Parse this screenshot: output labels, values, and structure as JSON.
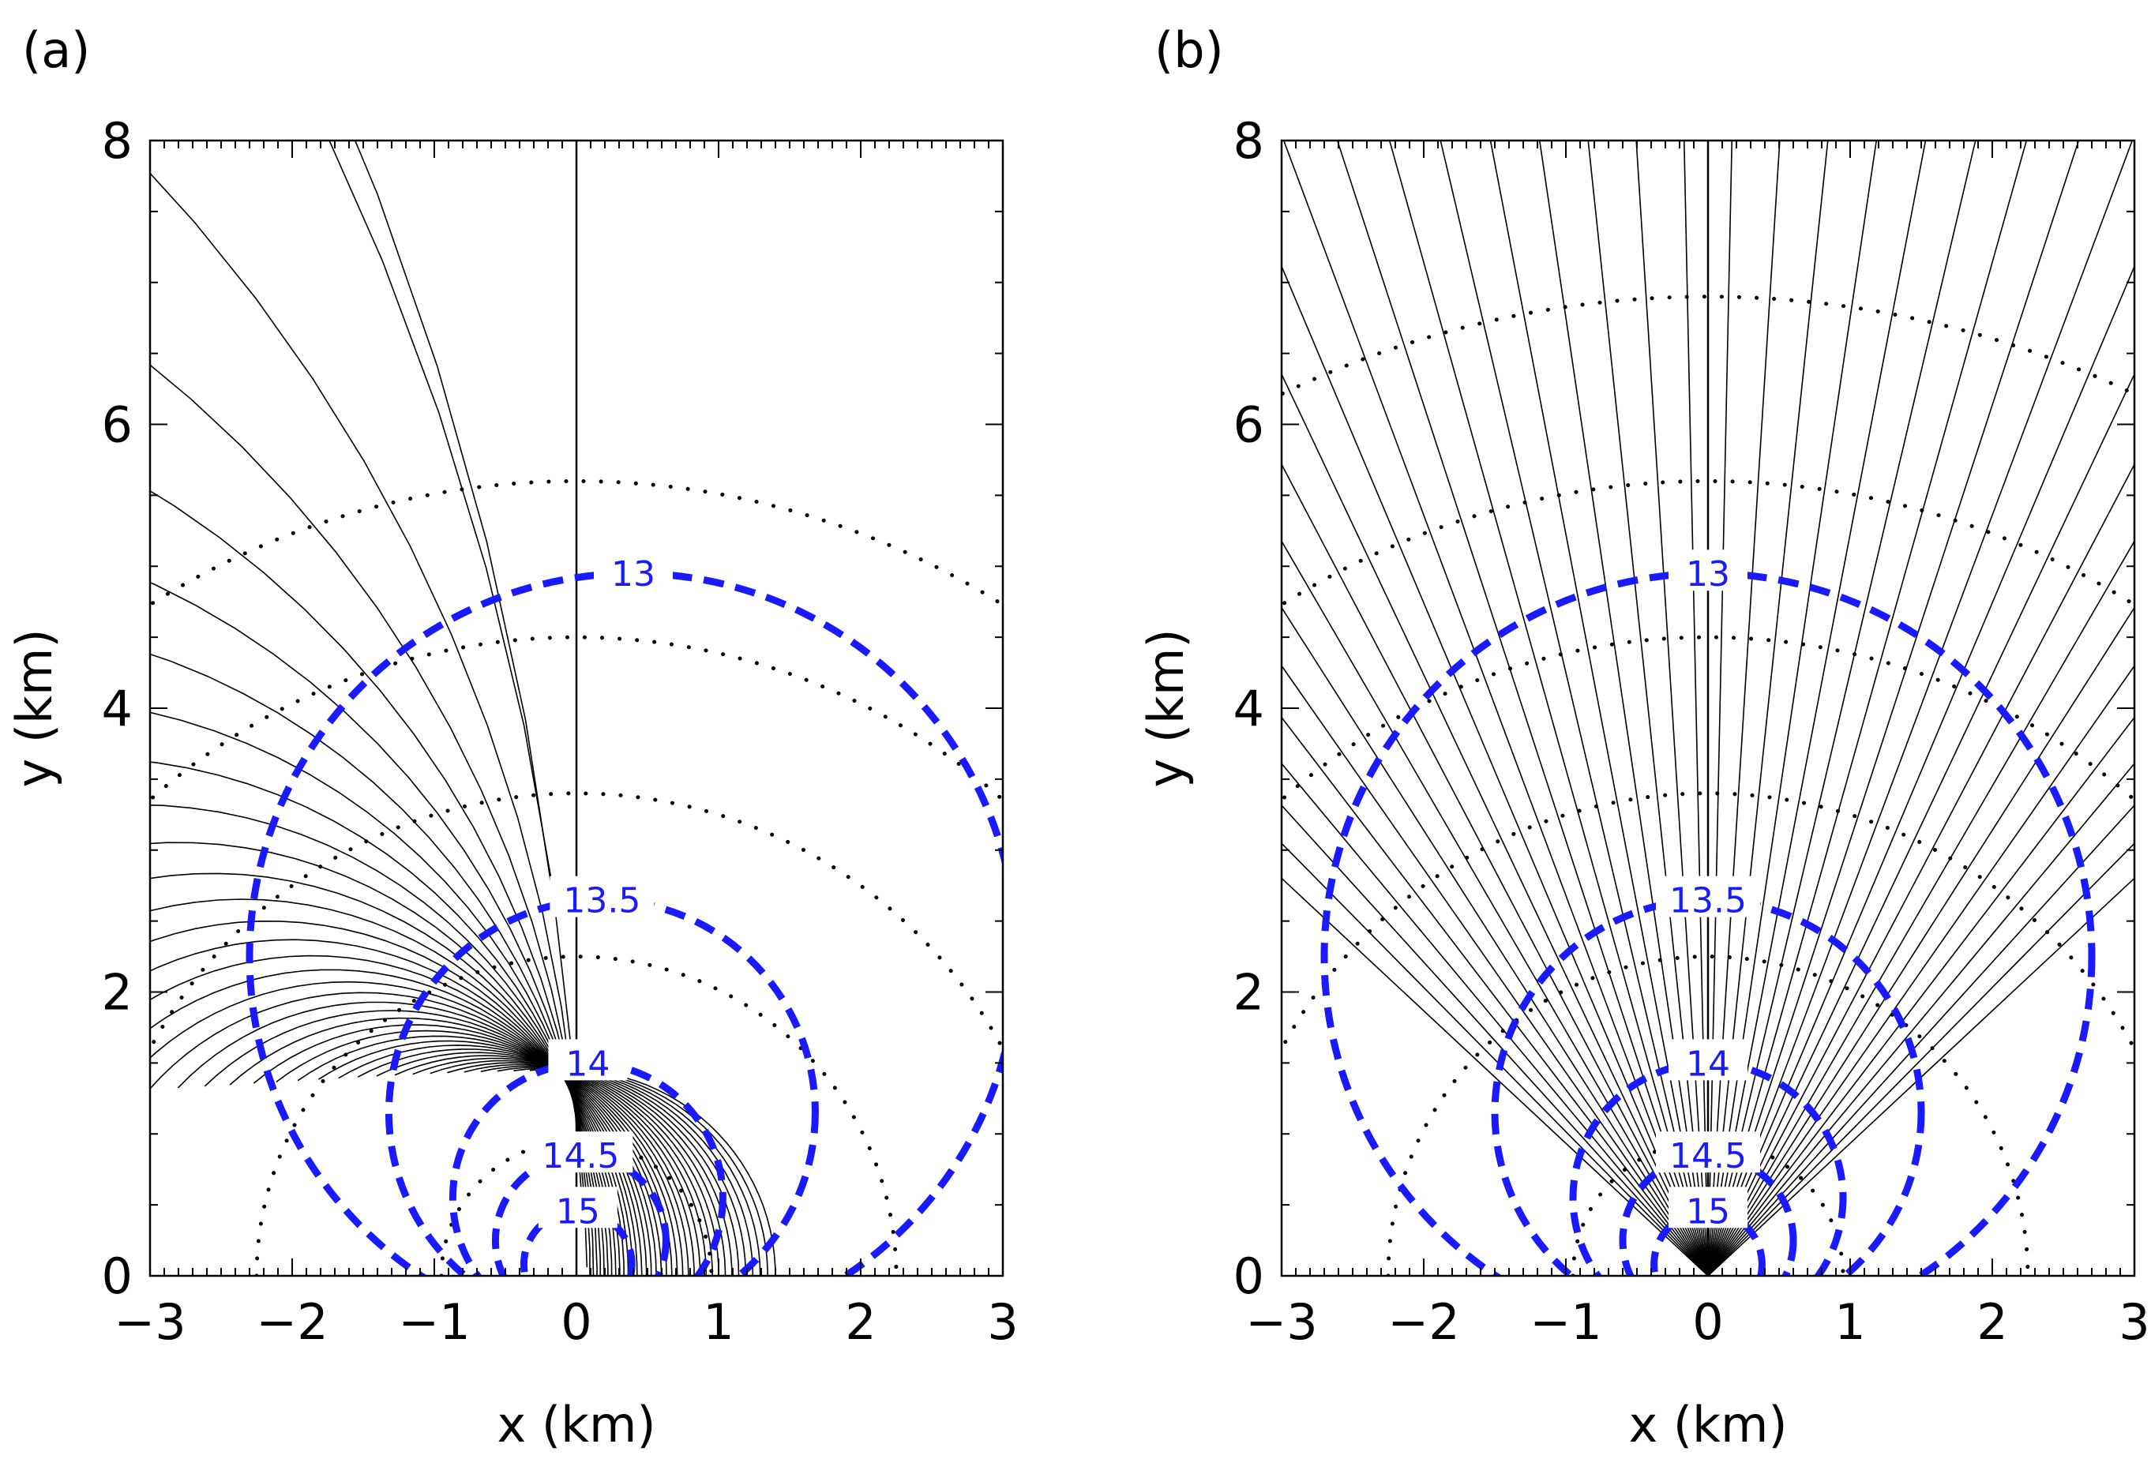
{
  "colors": {
    "contour": "#1a1aff",
    "ray": "#000000",
    "front": "#000000",
    "frame": "#000000"
  },
  "chart_data": [
    {
      "panel": "(a)",
      "type": "line",
      "xlabel": "x (km)",
      "ylabel": "y (km)",
      "xlim": [
        -3,
        3
      ],
      "ylim": [
        0,
        8
      ],
      "xticks": [
        -3,
        -2,
        -1,
        0,
        1,
        2,
        3
      ],
      "yticks": [
        0,
        2,
        4,
        6,
        8
      ],
      "xtick_labels": [
        "−3",
        "−2",
        "−1",
        "0",
        "1",
        "2",
        "3"
      ],
      "ytick_labels": [
        "0",
        "2",
        "4",
        "6",
        "8"
      ],
      "grid": false,
      "source": [
        0,
        0
      ],
      "contours": [
        {
          "label": "13",
          "cx": 0.4,
          "cy": 2.25,
          "r": 2.7
        },
        {
          "label": "13.5",
          "cx": 0.18,
          "cy": 1.15,
          "r": 1.5
        },
        {
          "label": "14",
          "cx": 0.08,
          "cy": 0.55,
          "r": 0.95
        },
        {
          "label": "14.5",
          "cx": 0.03,
          "cy": 0.25,
          "r": 0.6
        },
        {
          "label": "15",
          "cx": 0.01,
          "cy": 0.08,
          "r": 0.38
        }
      ],
      "ray_model": {
        "kind": "arcs",
        "count": 40,
        "angle_min_deg": 2,
        "angle_max_deg": 89
      },
      "front_radii": [
        0.95,
        2.25,
        3.4,
        4.5,
        5.6
      ],
      "vertical_line_x": 0
    },
    {
      "panel": "(b)",
      "type": "line",
      "xlabel": "x (km)",
      "ylabel": "y (km)",
      "xlim": [
        -3,
        3
      ],
      "ylim": [
        0,
        8
      ],
      "xticks": [
        -3,
        -2,
        -1,
        0,
        1,
        2,
        3
      ],
      "yticks": [
        0,
        2,
        4,
        6,
        8
      ],
      "xtick_labels": [
        "−3",
        "−2",
        "−1",
        "0",
        "1",
        "2",
        "3"
      ],
      "ytick_labels": [
        "0",
        "2",
        "4",
        "6",
        "8"
      ],
      "grid": false,
      "source": [
        0,
        0
      ],
      "contours": [
        {
          "label": "13",
          "cx": 0,
          "cy": 2.25,
          "r": 2.7
        },
        {
          "label": "13.5",
          "cx": 0,
          "cy": 1.15,
          "r": 1.5
        },
        {
          "label": "14",
          "cx": 0,
          "cy": 0.55,
          "r": 0.95
        },
        {
          "label": "14.5",
          "cx": 0,
          "cy": 0.25,
          "r": 0.6
        },
        {
          "label": "15",
          "cx": 0,
          "cy": 0.08,
          "r": 0.38
        }
      ],
      "ray_model": {
        "kind": "straight",
        "count": 40,
        "angle_min_deg": 43,
        "angle_max_deg": 137
      },
      "front_radii": [
        0.95,
        2.25,
        3.4,
        4.5,
        5.6,
        6.9
      ],
      "vertical_line_x": 0
    }
  ]
}
